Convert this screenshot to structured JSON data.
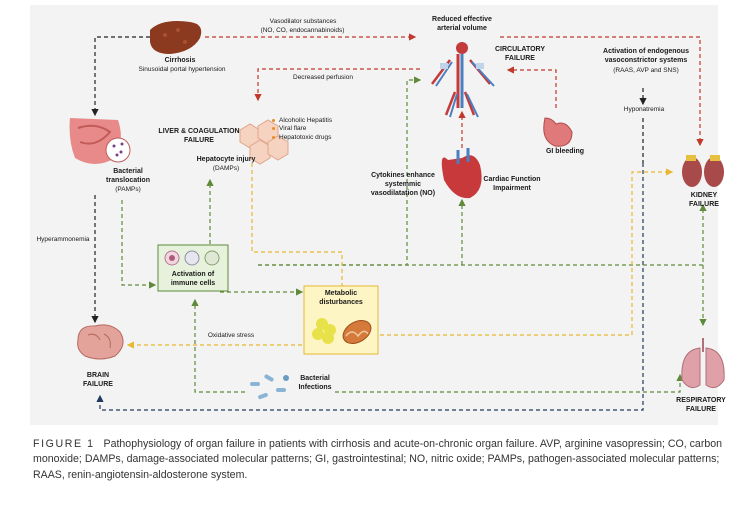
{
  "nodes": {
    "cirrhosis": {
      "title": "Cirrhosis",
      "subtitle": "Sinusoidal portal hypertension"
    },
    "vasodilator": {
      "line1": "Vasodilator substances",
      "line2": "(NO, CO, endocannabinoids)"
    },
    "reduced_volume": {
      "line1": "Reduced effective",
      "line2": "arterial volume"
    },
    "circulatory": {
      "line1": "CIRCULATORY",
      "line2": "FAILURE"
    },
    "activation_vaso": {
      "line1": "Activation of endogenous",
      "line2": "vasoconstrictor systems",
      "line3": "(RAAS, AVP and SNS)"
    },
    "decreased_perfusion": {
      "text": "Decreased perfusion"
    },
    "hyponatremia": {
      "text": "Hyponatremia"
    },
    "liver": {
      "line1": "LIVER & COAGULATION",
      "line2": "FAILURE"
    },
    "liver_causes": [
      "Alcoholic Hepatitis",
      "Viral flare",
      "Hepatotoxic drugs"
    ],
    "hepatocyte": {
      "line1": "Hepatocyte injury",
      "line2": "(DAMPs)"
    },
    "bacterial_translocation": {
      "line1": "Bacterial",
      "line2": "translocation",
      "line3": "(PAMPs)"
    },
    "gi_bleeding": {
      "text": "GI bleeding"
    },
    "cytokines": {
      "line1": "Cytokines enhance",
      "line2": "systemmic",
      "line3": "vasodilatation (NO)"
    },
    "cardiac": {
      "line1": "Cardiac Function",
      "line2": "Impairment"
    },
    "kidney": {
      "line1": "KIDNEY",
      "line2": "FAILURE"
    },
    "hyperammonemia": {
      "text": "Hyperammonemia"
    },
    "immune": {
      "line1": "Activation of",
      "line2": "immune cells"
    },
    "metabolic": {
      "line1": "Metabolic",
      "line2": "disturbances"
    },
    "oxidative": {
      "text": "Oxidative stress"
    },
    "brain": {
      "line1": "BRAIN",
      "line2": "FAILURE"
    },
    "bacterial_infections": {
      "line1": "Bacterial",
      "line2": "Infections"
    },
    "respiratory": {
      "line1": "RESPIRATORY",
      "line2": "FAILURE"
    }
  },
  "colors": {
    "red_arrow": "#c0392b",
    "black_arrow": "#222222",
    "green_arrow": "#5f8a3a",
    "yellow_arrow": "#e8b830",
    "navy_arrow": "#1f3a5f",
    "immune_box": "#e6f2dc",
    "metabolic_box": "#fdf5c4",
    "panel_bg": "#f3f3f3"
  },
  "caption": {
    "label": "FIGURE 1",
    "text": "Pathophysiology of organ failure in patients with cirrhosis and acute-on-chronic organ failure. AVP, arginine vasopressin; CO, carbon monoxide; DAMPs, damage-associated molecular patterns; GI, gastrointestinal; NO, nitric oxide; PAMPs, pathogen-associated molecular patterns; RAAS, renin-angiotensin-aldosterone system."
  }
}
